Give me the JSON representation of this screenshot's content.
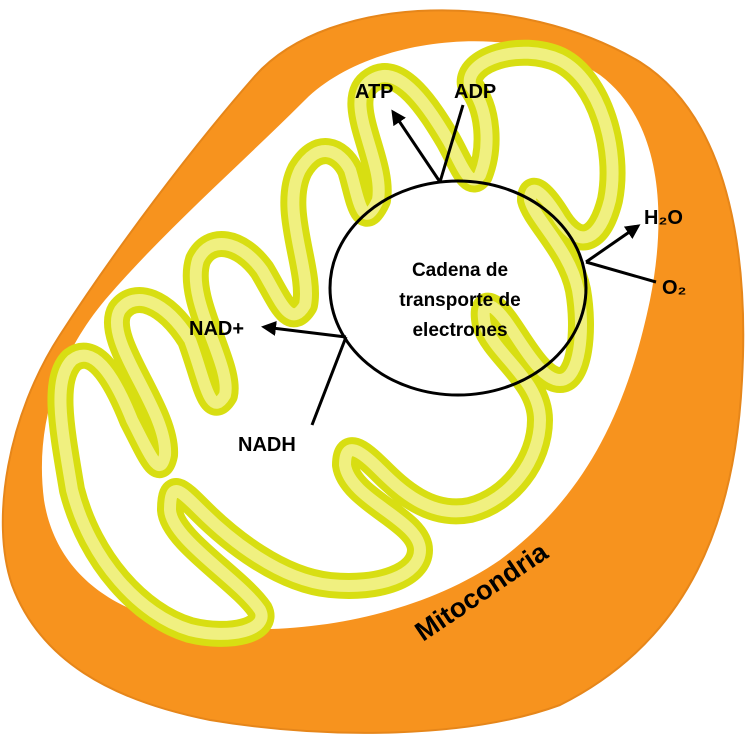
{
  "colors": {
    "outer_membrane": "#F7931E",
    "outer_membrane_edge": "#E6861A",
    "cristae_fill": "#F0F080",
    "cristae_stroke": "#D8DE12",
    "background": "#FFFFFF",
    "ink": "#000000"
  },
  "labels": {
    "atp": "ATP",
    "adp": "ADP",
    "h2o": "H₂O",
    "o2": "O₂",
    "nad_plus": "NAD+",
    "nadh": "NADH",
    "chain_line1": "Cadena de",
    "chain_line2": "transporte de",
    "chain_line3": "electrones",
    "title": "Mitocondria"
  }
}
